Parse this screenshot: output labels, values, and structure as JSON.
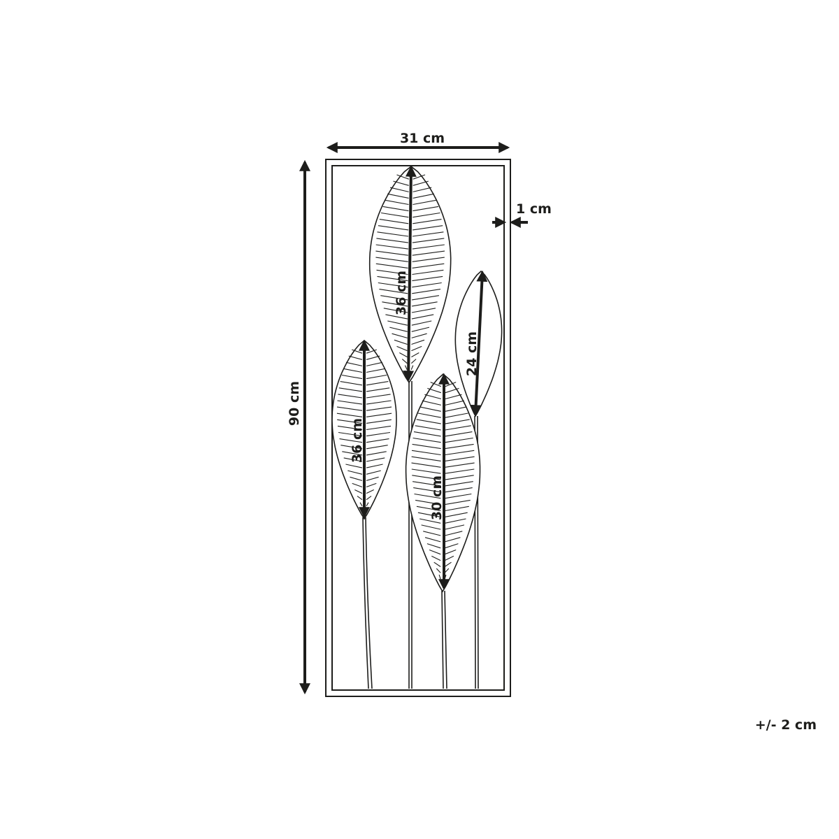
{
  "dimensions": {
    "width": "31 cm",
    "height": "90 cm",
    "frame_depth": "1 cm",
    "leaf_left": "36 cm",
    "leaf_center": "36 cm",
    "leaf_small": "24 cm",
    "leaf_lower": "30 cm"
  },
  "tolerance": "+/- 2 cm",
  "colors": {
    "line": "#1d1d1b",
    "background": "#ffffff"
  }
}
